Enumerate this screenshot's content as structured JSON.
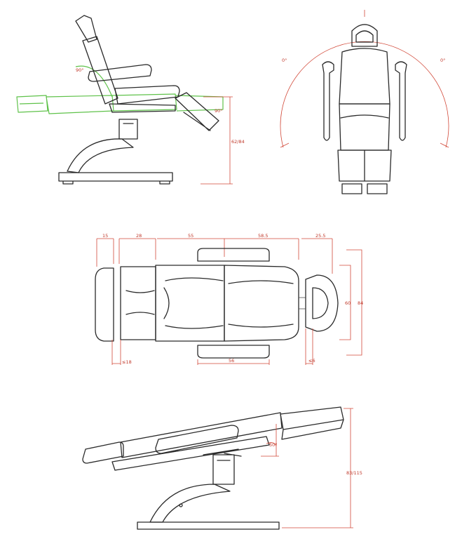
{
  "colors": {
    "outline": "#2a2a2a",
    "dimension": "#d24a3a",
    "alternate_position": "#5fc24a"
  },
  "views": {
    "side_seated": {
      "angle_back": "90°",
      "angle_leg": "90°",
      "height": "62/84"
    },
    "front_rotation": {
      "left_range": "0°",
      "right_range": "0°"
    },
    "top": {
      "dims_top": [
        "15",
        "28",
        "55",
        "58.5",
        "25.5"
      ],
      "dims_bottom": [
        "≤18",
        "56",
        "≤6"
      ],
      "dims_right": [
        "60",
        "84"
      ]
    },
    "side_flat": {
      "angle": "50°",
      "height": "83/115"
    }
  }
}
